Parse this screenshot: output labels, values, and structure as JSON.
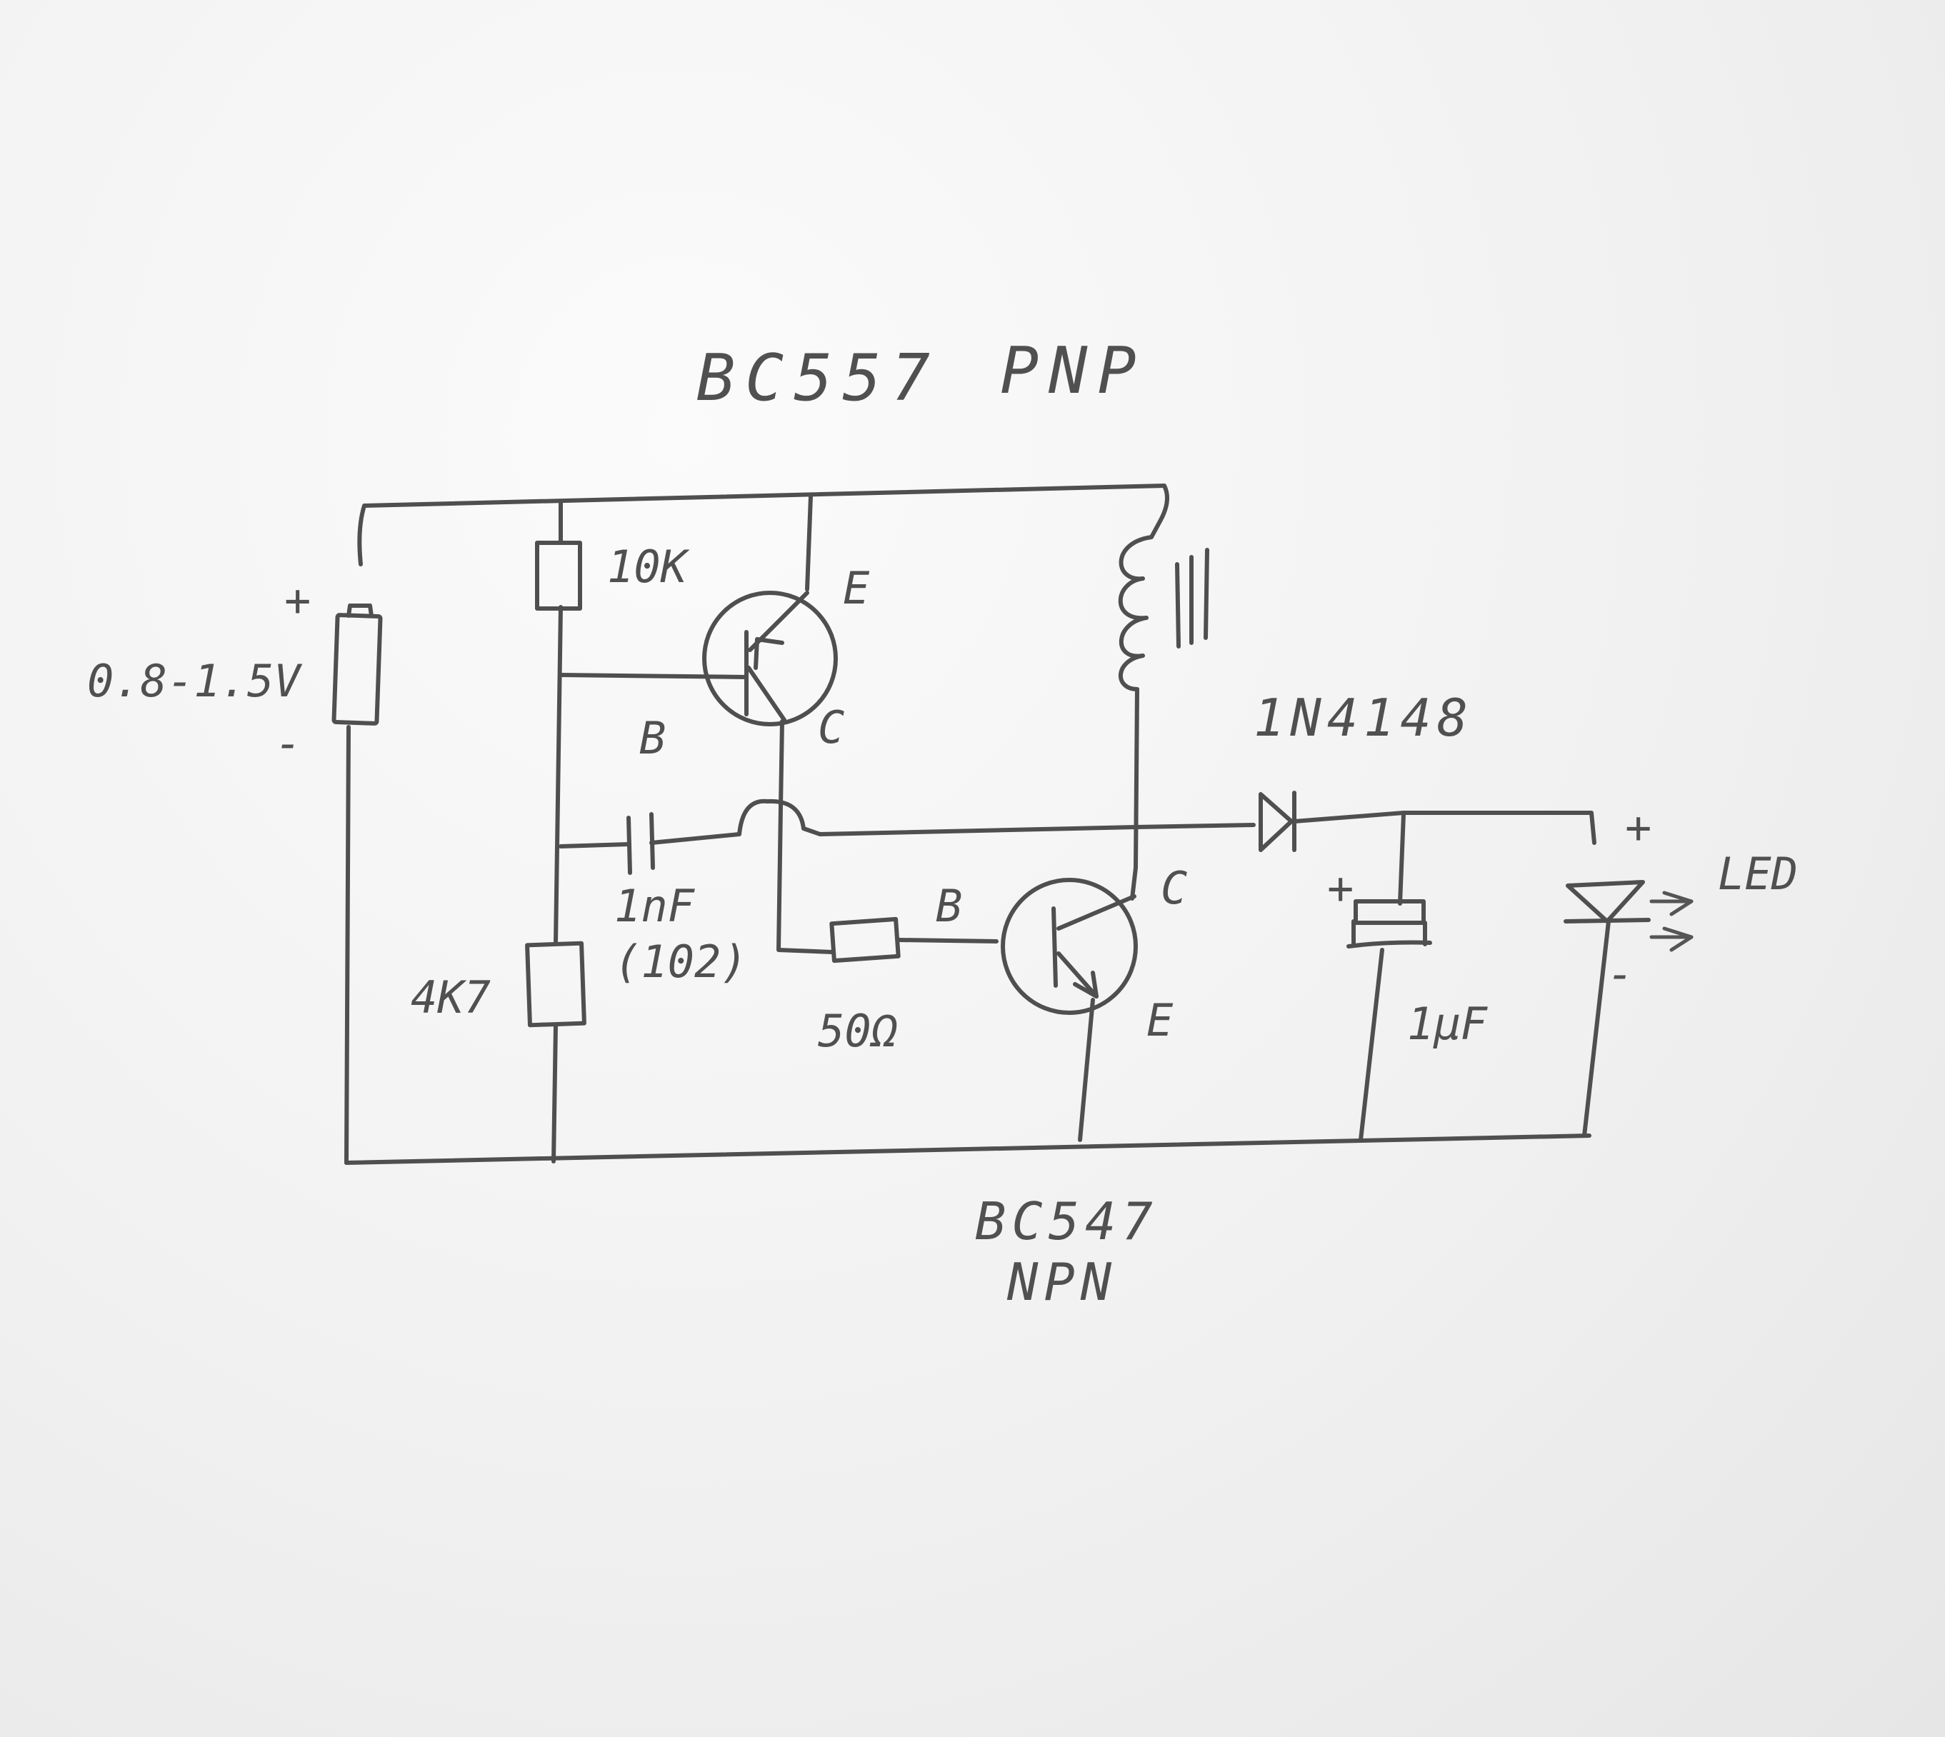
{
  "schematic": {
    "pnp_part": "BC557",
    "pnp_type": "PNP",
    "npn_part": "BC547",
    "npn_type": "NPN",
    "battery_voltage": "0.8-1.5V",
    "battery_plus": "+",
    "battery_minus": "-",
    "r1": "10K",
    "r2": "4K7",
    "r3": "50Ω",
    "c1_value": "1nF",
    "c1_code": "(102)",
    "c2": "1μF",
    "c2_plus": "+",
    "diode": "1N4148",
    "led": "LED",
    "led_plus": "+",
    "led_minus": "-",
    "pnp_e": "E",
    "pnp_b": "B",
    "pnp_c": "C",
    "npn_b": "B",
    "npn_c": "C",
    "npn_e": "E"
  }
}
